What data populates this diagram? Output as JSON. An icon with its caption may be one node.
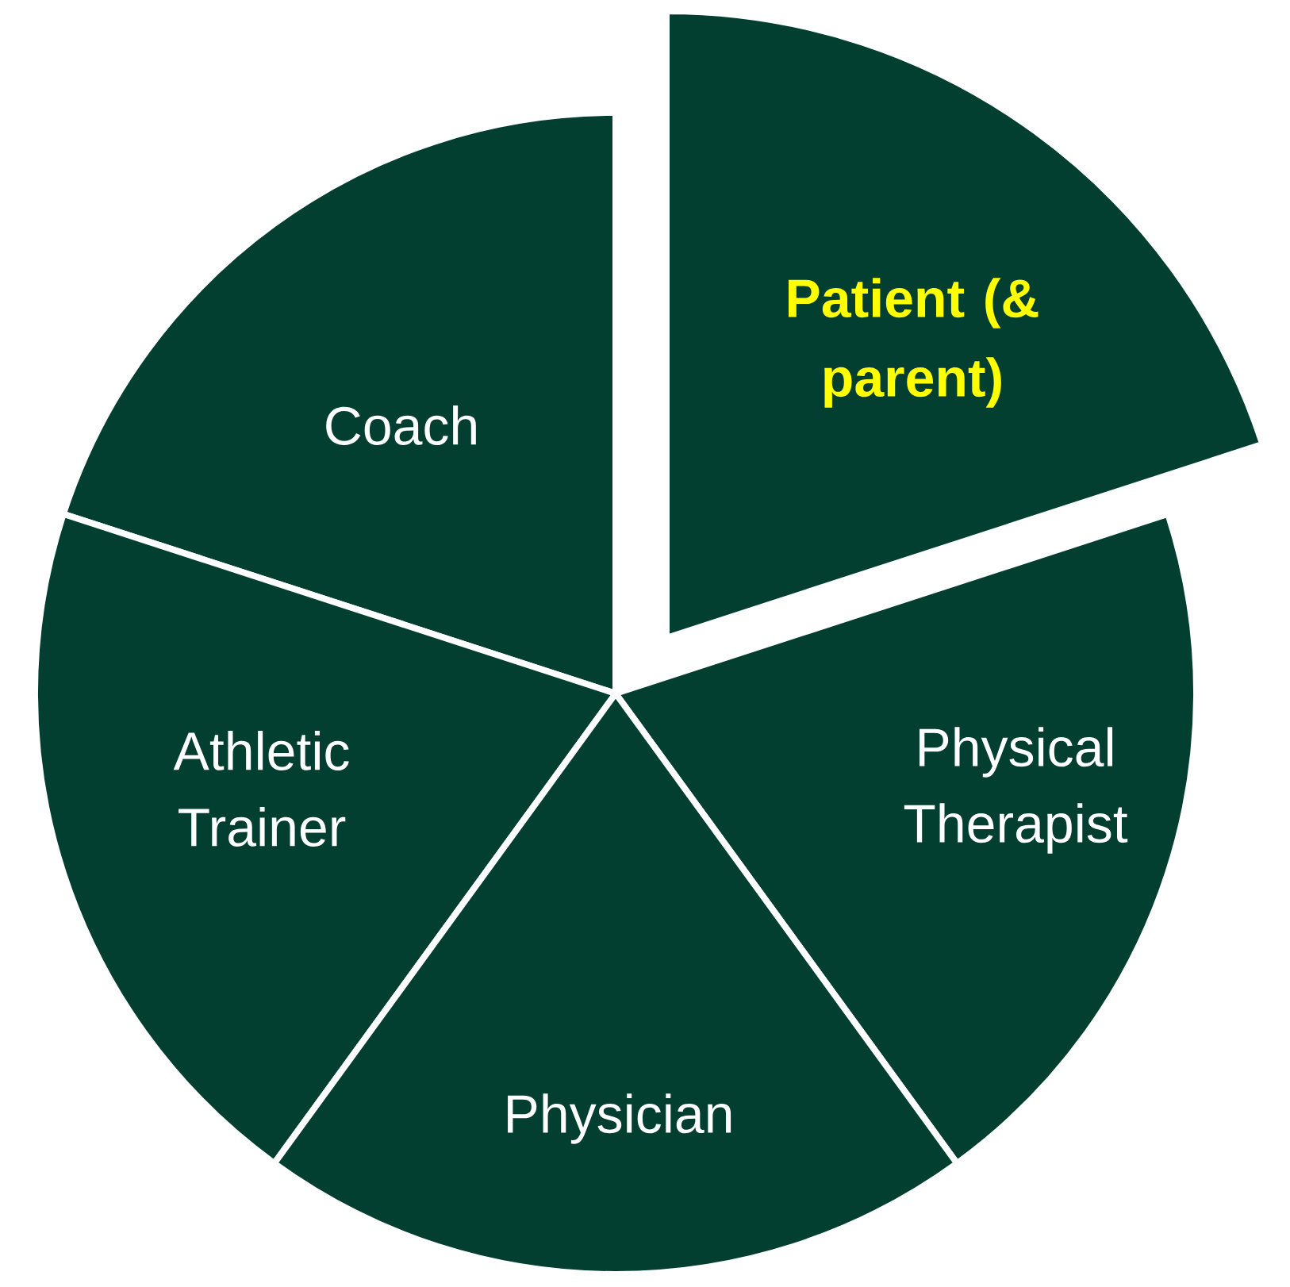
{
  "diagram": {
    "nodes": [
      {
        "text": [
          "Patient (& parent)"
        ]
      },
      {
        "text": [
          "Coach"
        ]
      },
      {
        "text": [
          "Athletic Trainer"
        ]
      },
      {
        "text": [
          "Physical Therapist"
        ]
      },
      {
        "text": [
          "Physician"
        ]
      }
    ]
  }
}
